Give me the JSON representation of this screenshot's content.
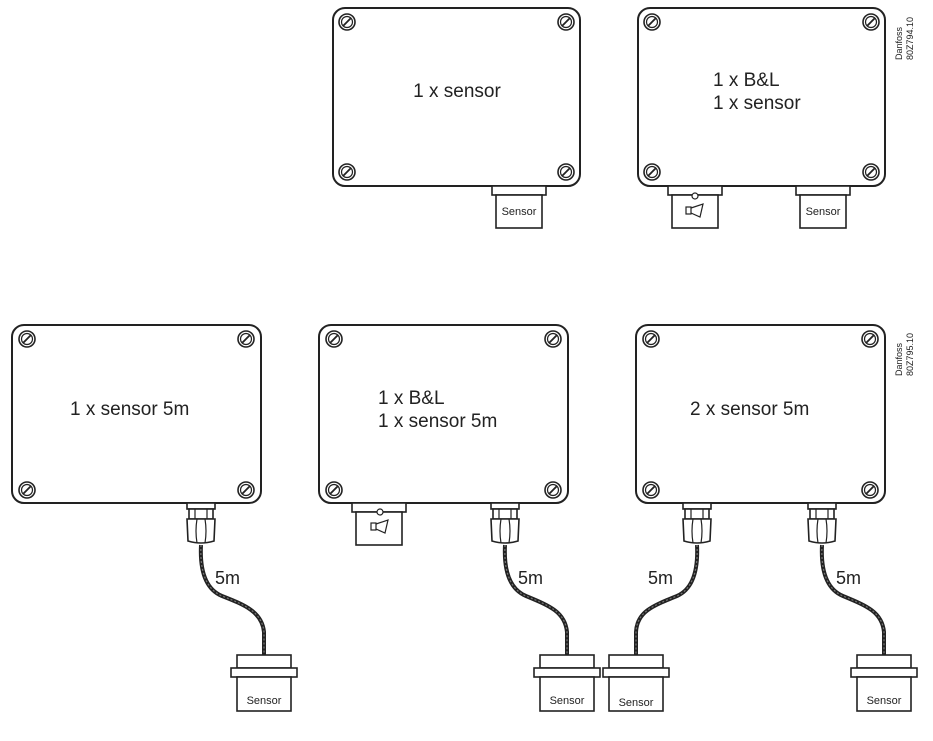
{
  "diagrams": [
    {
      "reference": {
        "line1": "Danfoss",
        "line2": "80Z794.10"
      },
      "boxes": [
        {
          "label_lines": [
            "1 x sensor"
          ],
          "connectors": [
            "Sensor"
          ]
        },
        {
          "label_lines": [
            "1 x B&L",
            "1 x sensor"
          ],
          "connectors": [
            "B&L",
            "Sensor"
          ]
        }
      ]
    },
    {
      "reference": {
        "line1": "Danfoss",
        "line2": "80Z795.10"
      },
      "boxes": [
        {
          "label_lines": [
            "1 x sensor 5m"
          ],
          "connectors": [
            "Sensor"
          ]
        },
        {
          "label_lines": [
            "1 x B&L",
            "1 x sensor 5m"
          ],
          "connectors": [
            "B&L",
            "Sensor"
          ]
        },
        {
          "label_lines": [
            "2 x sensor 5m"
          ],
          "connectors": [
            "Sensor",
            "Sensor"
          ]
        }
      ],
      "cable_length_label": "5m"
    }
  ]
}
